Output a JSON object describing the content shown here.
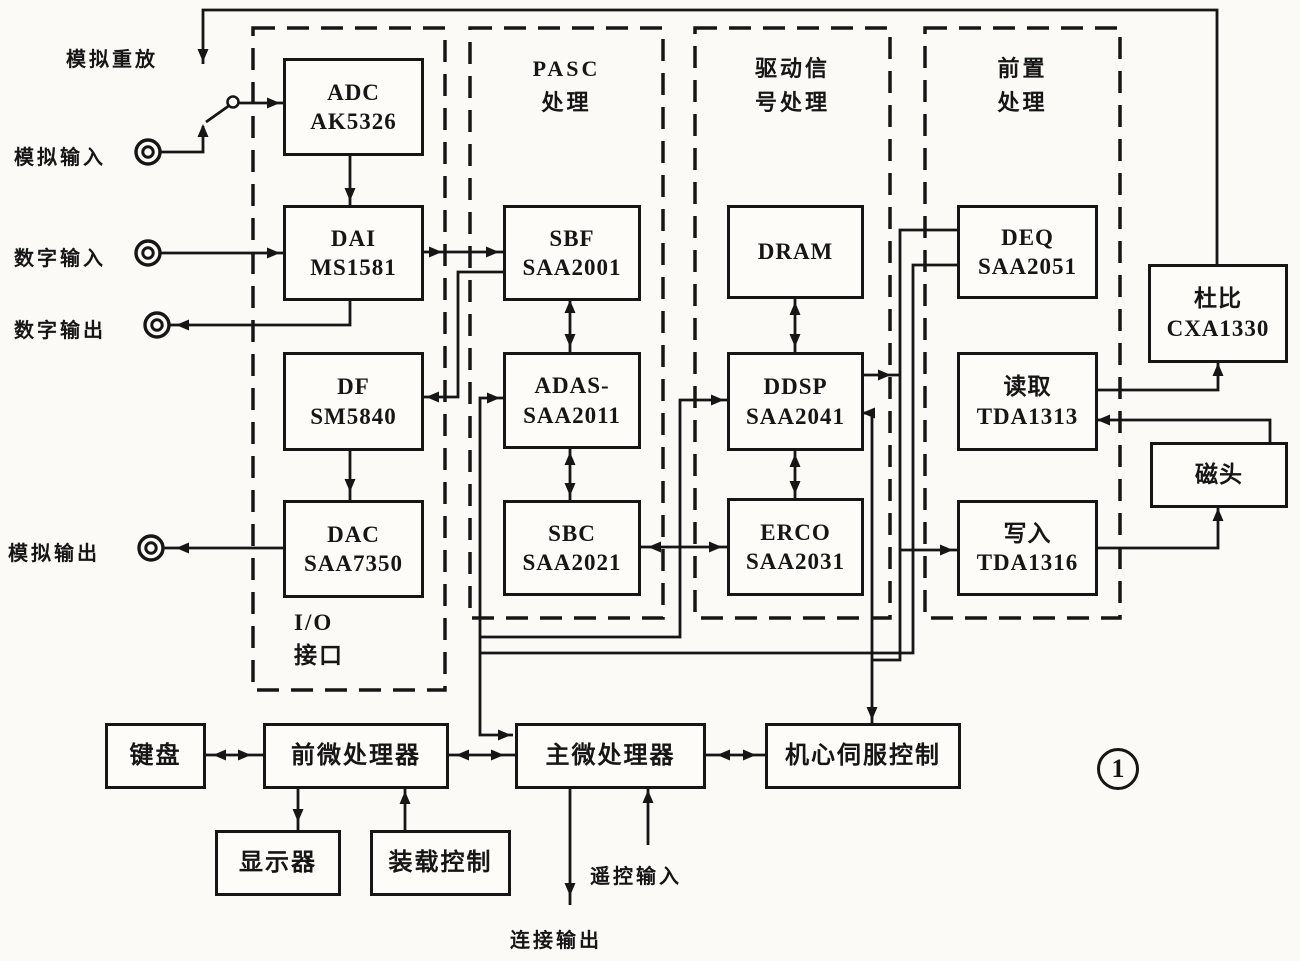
{
  "figure_number": "1",
  "colors": {
    "ink": "#161616",
    "paper": "#fbfaf6",
    "box_fill": "#fdfcf9"
  },
  "sections": {
    "io": {
      "line1": "I/O",
      "line2": "接口"
    },
    "pasc": {
      "line1": "PASC",
      "line2": "处理"
    },
    "drive": {
      "line1": "驱动信",
      "line2": "号处理"
    },
    "pre": {
      "line1": "前置",
      "line2": "处理"
    }
  },
  "chips": {
    "adc": {
      "l1": "ADC",
      "l2": "AK5326"
    },
    "dai": {
      "l1": "DAI",
      "l2": "MS1581"
    },
    "df": {
      "l1": "DF",
      "l2": "SM5840"
    },
    "dac": {
      "l1": "DAC",
      "l2": "SAA7350"
    },
    "sbf": {
      "l1": "SBF",
      "l2": "SAA2001"
    },
    "adas": {
      "l1": "ADAS-",
      "l2": "SAA2011"
    },
    "sbc": {
      "l1": "SBC",
      "l2": "SAA2021"
    },
    "dram": {
      "l1": "DRAM",
      "l2": ""
    },
    "ddsp": {
      "l1": "DDSP",
      "l2": "SAA2041"
    },
    "erco": {
      "l1": "ERCO",
      "l2": "SAA2031"
    },
    "deq": {
      "l1": "DEQ",
      "l2": "SAA2051"
    },
    "read": {
      "l1": "读取",
      "l2": "TDA1313"
    },
    "write": {
      "l1": "写入",
      "l2": "TDA1316"
    },
    "dolby": {
      "l1": "杜比",
      "l2": "CXA1330"
    },
    "head": {
      "l1": "磁头",
      "l2": ""
    }
  },
  "bottom": {
    "keyboard": "键盘",
    "front_mcu": "前微处理器",
    "main_mcu": "主微处理器",
    "servo": "机心伺服控制",
    "display": "显示器",
    "load_ctrl": "装载控制"
  },
  "ports": {
    "analog_playback": "模拟重放",
    "analog_in": "模拟输入",
    "digital_in": "数字输入",
    "digital_out": "数字输出",
    "analog_out": "模拟输出",
    "remote_in": "遥控输入",
    "link_out": "连接输出"
  }
}
